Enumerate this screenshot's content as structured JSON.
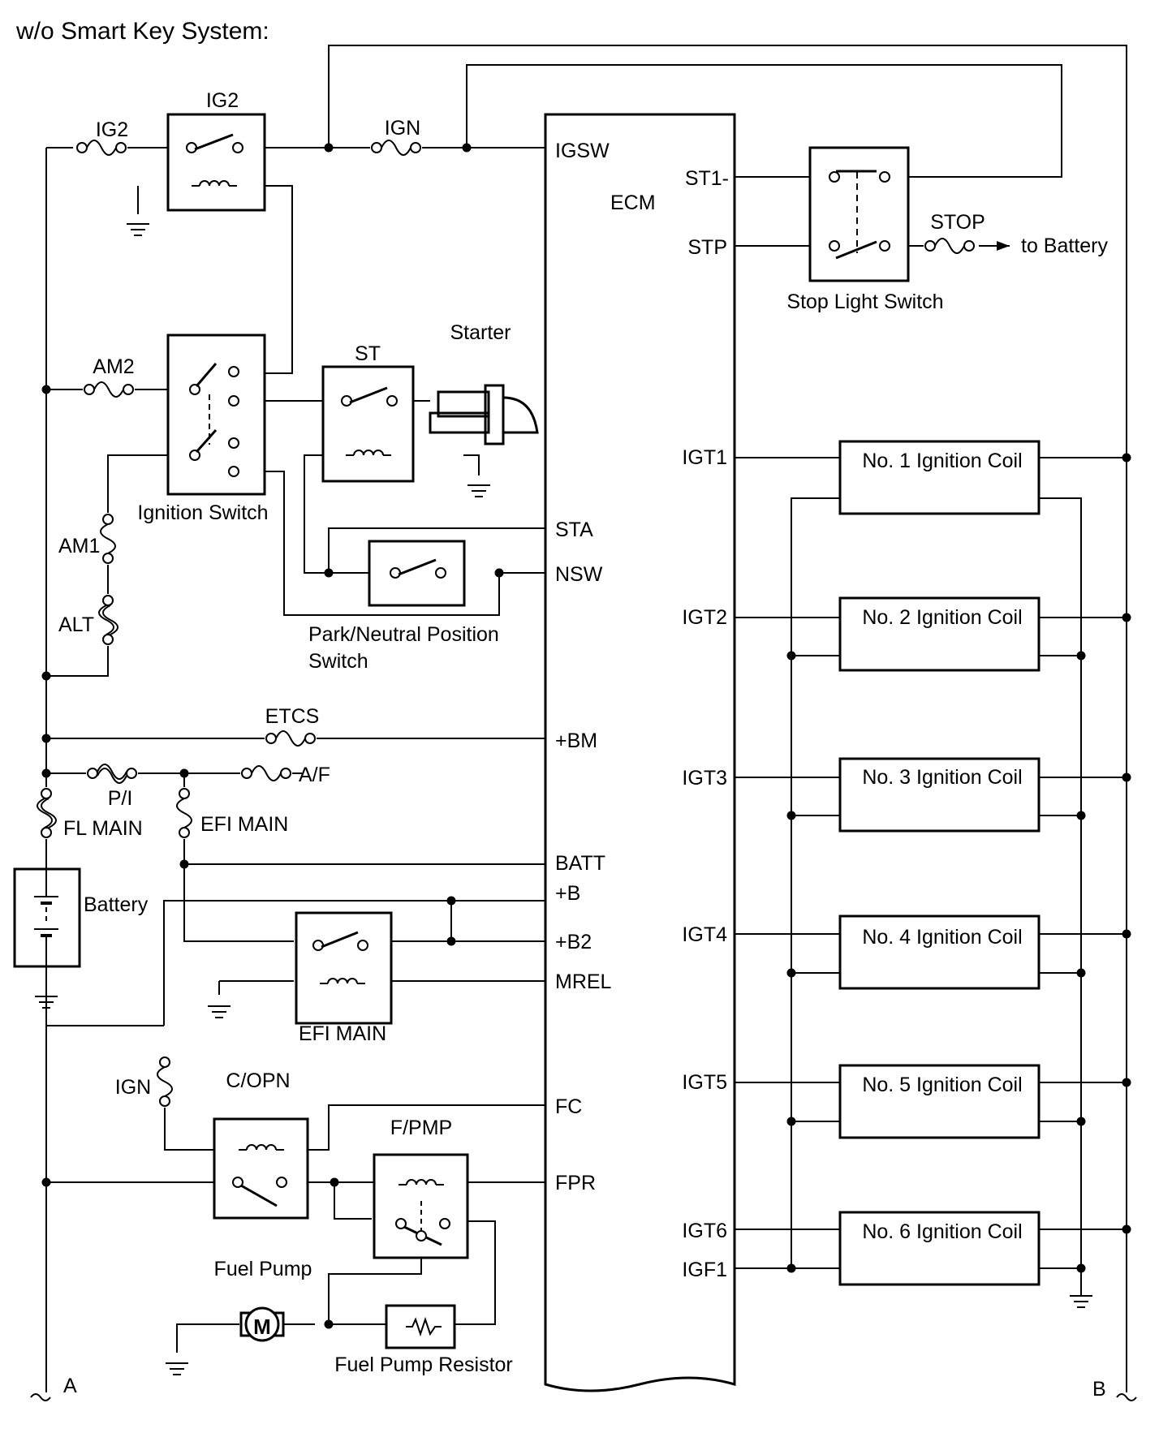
{
  "title": "w/o Smart Key System:",
  "ecm": {
    "label": "ECM",
    "pins": {
      "igsw": "IGSW",
      "st1": "ST1-",
      "stp": "STP",
      "sta": "STA",
      "nsw": "NSW",
      "bm": "+BM",
      "batt": "BATT",
      "b": "+B",
      "b2": "+B2",
      "mrel": "MREL",
      "fc": "FC",
      "fpr": "FPR",
      "igt1": "IGT1",
      "igt2": "IGT2",
      "igt3": "IGT3",
      "igt4": "IGT4",
      "igt5": "IGT5",
      "igt6": "IGT6",
      "igf1": "IGF1"
    }
  },
  "fuses": {
    "ig2": "IG2",
    "ign": "IGN",
    "am2": "AM2",
    "am1": "AM1",
    "alt": "ALT",
    "etcs": "ETCS",
    "pi": "P/I",
    "af": "A/F",
    "fl_main": "FL MAIN",
    "efi_main": "EFI MAIN",
    "ign2": "IGN",
    "stop": "STOP"
  },
  "relays": {
    "ig2": "IG2",
    "st": "ST",
    "efi_main": "EFI MAIN",
    "copn": "C/OPN",
    "fpmp": "F/PMP"
  },
  "components": {
    "starter": "Starter",
    "ignition_switch": "Ignition Switch",
    "pnp_switch_line1": "Park/Neutral Position",
    "pnp_switch_line2": "Switch",
    "battery": "Battery",
    "stop_light_switch": "Stop Light Switch",
    "to_battery": "to Battery",
    "fuel_pump": "Fuel Pump",
    "fuel_pump_resistor": "Fuel Pump Resistor",
    "motor": "M"
  },
  "coils": [
    "No. 1 Ignition Coil",
    "No. 2 Ignition Coil",
    "No. 3 Ignition Coil",
    "No. 4 Ignition Coil",
    "No. 5 Ignition Coil",
    "No. 6 Ignition Coil"
  ],
  "connectors": {
    "a": "A",
    "b": "B"
  }
}
